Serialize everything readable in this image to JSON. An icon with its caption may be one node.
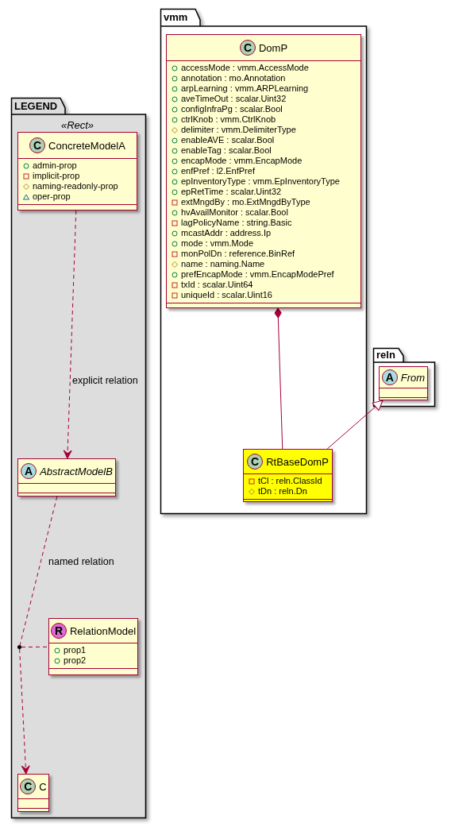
{
  "diagram": {
    "nodes": [
      {
        "text": [
          "LEGEND"
        ]
      },
      {
        "text": [
          "C",
          "ConcreteModelA",
          "admin-prop",
          "implicit-prop",
          "naming-readonly-prop",
          "oper-prop"
        ],
        "in": 0,
        "beside": [
          "«Rect»"
        ]
      },
      {
        "text": [
          "A",
          "AbstractModelB"
        ],
        "in": 0
      },
      {
        "text": [
          "R",
          "RelationModel",
          "prop1",
          "prop2"
        ],
        "in": 0
      },
      {
        "text": [
          "C",
          "C"
        ],
        "in": 0
      },
      {
        "text": [],
        "shape": "circle",
        "in": 0
      },
      {
        "text": [
          "vmm"
        ]
      },
      {
        "text": [
          "C",
          "DomP",
          "accessMode : vmm.AccessMode",
          "annotation : mo.Annotation",
          "arpLearning : vmm.ARPLearning",
          "aveTimeOut : scalar.Uint32",
          "configInfraPg : scalar.Bool",
          "ctrlKnob : vmm.CtrlKnob",
          "delimiter : vmm.DelimiterType",
          "enableAVE : scalar.Bool",
          "enableTag : scalar.Bool",
          "encapMode : vmm.EncapMode",
          "enfPref : l2.EnfPref",
          "epInventoryType : vmm.EpInventoryType",
          "epRetTime : scalar.Uint32",
          "extMngdBy : mo.ExtMngdByType",
          "hvAvailMonitor : scalar.Bool",
          "lagPolicyName : string.Basic",
          "mcastAddr : address.Ip",
          "mode : vmm.Mode",
          "monPolDn : reference.BinRef",
          "name : naming.Name",
          "prefEncapMode : vmm.EncapModePref",
          "txId : scalar.Uint64",
          "uniqueId : scalar.Uint16"
        ],
        "in": 6
      },
      {
        "text": [
          "C",
          "RtBaseDomP",
          "tCl : reln.ClassId",
          "tDn : reln.Dn"
        ],
        "in": 6
      },
      {
        "text": [
          "reln"
        ]
      },
      {
        "text": [
          "A",
          "From"
        ],
        "in": 9
      }
    ],
    "edges": [
      {
        "from": 1,
        "to": 2,
        "arrow": "to",
        "style": "dashed",
        "label": "explicit relation"
      },
      {
        "from": 2,
        "to": 5,
        "arrow": "none",
        "style": "dashed",
        "label": "named relation"
      },
      {
        "from": 5,
        "to": 4,
        "arrow": "to",
        "style": "dashed"
      },
      {
        "from": 5,
        "to": 3,
        "arrow": "none",
        "style": "dashed"
      },
      {
        "from": 7,
        "to": 8,
        "arrow": "other"
      },
      {
        "from": 8,
        "to": 10,
        "arrow": "to"
      }
    ]
  }
}
